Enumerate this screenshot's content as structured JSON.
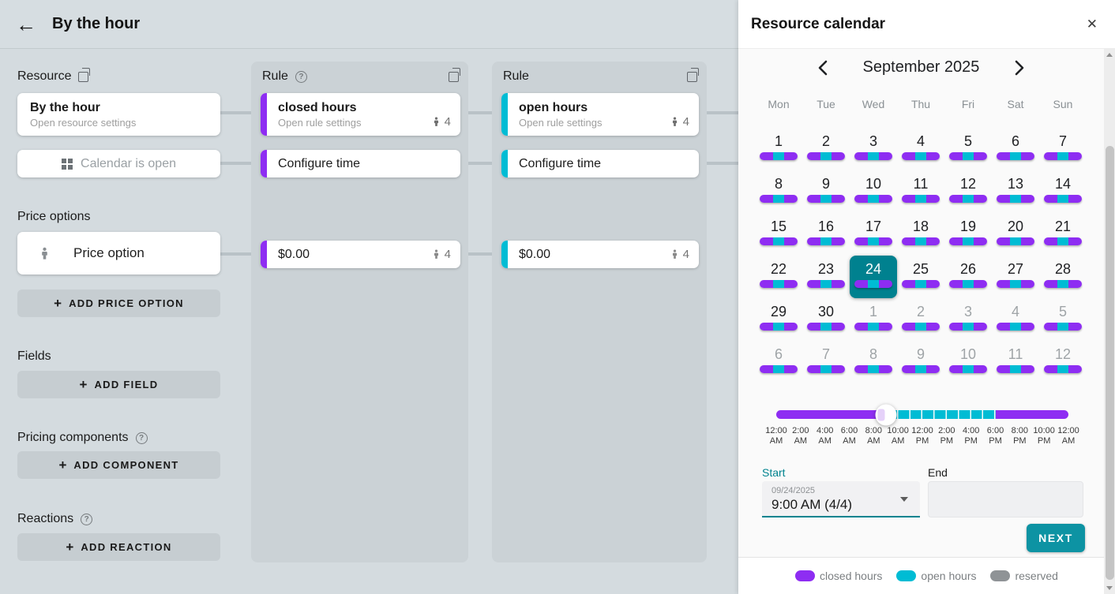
{
  "colors": {
    "closed": "#8e2df2",
    "open": "#00bcd4",
    "reserved": "#8f9396",
    "teal": "#00838f",
    "tealbtn": "#0d93a3"
  },
  "header": {
    "title": "By the hour"
  },
  "board": {
    "resource": {
      "label": "Resource",
      "card_title": "By the hour",
      "card_subtitle": "Open resource settings",
      "calendar_button_label": "Calendar is open"
    },
    "rules": [
      {
        "label": "Rule",
        "accent_color": "#8e2df2",
        "card_title": "closed hours",
        "card_subtitle": "Open rule settings",
        "card_capacity": "4",
        "time_label": "Configure time",
        "price_label": "$0.00",
        "price_capacity": "4"
      },
      {
        "label": "Rule",
        "accent_color": "#00bcd4",
        "card_title": "open hours",
        "card_subtitle": "Open rule settings",
        "card_capacity": "4",
        "time_label": "Configure time",
        "price_label": "$0.00",
        "price_capacity": "4"
      }
    ],
    "price_options": {
      "label": "Price options",
      "card_label": "Price option",
      "add_label": "ADD PRICE OPTION"
    },
    "fields": {
      "label": "Fields",
      "add_label": "ADD FIELD"
    },
    "pricing_components": {
      "label": "Pricing components",
      "add_label": "ADD COMPONENT"
    },
    "reactions": {
      "label": "Reactions",
      "add_label": "ADD REACTION"
    }
  },
  "panel": {
    "title": "Resource calendar",
    "calendar": {
      "month_label": "September 2025",
      "weekdays": [
        "Mon",
        "Tue",
        "Wed",
        "Thu",
        "Fri",
        "Sat",
        "Sun"
      ],
      "day_bar_segments": [
        "closed",
        "open",
        "closed"
      ],
      "weeks": [
        [
          {
            "d": "1"
          },
          {
            "d": "2"
          },
          {
            "d": "3"
          },
          {
            "d": "4"
          },
          {
            "d": "5"
          },
          {
            "d": "6"
          },
          {
            "d": "7"
          }
        ],
        [
          {
            "d": "8"
          },
          {
            "d": "9"
          },
          {
            "d": "10"
          },
          {
            "d": "11"
          },
          {
            "d": "12"
          },
          {
            "d": "13"
          },
          {
            "d": "14"
          }
        ],
        [
          {
            "d": "15"
          },
          {
            "d": "16"
          },
          {
            "d": "17"
          },
          {
            "d": "18"
          },
          {
            "d": "19"
          },
          {
            "d": "20"
          },
          {
            "d": "21"
          }
        ],
        [
          {
            "d": "22"
          },
          {
            "d": "23"
          },
          {
            "d": "24",
            "selected": true
          },
          {
            "d": "25"
          },
          {
            "d": "26"
          },
          {
            "d": "27"
          },
          {
            "d": "28"
          }
        ],
        [
          {
            "d": "29"
          },
          {
            "d": "30"
          },
          {
            "d": "1",
            "muted": true
          },
          {
            "d": "2",
            "muted": true
          },
          {
            "d": "3",
            "muted": true
          },
          {
            "d": "4",
            "muted": true
          },
          {
            "d": "5",
            "muted": true
          }
        ],
        [
          {
            "d": "6",
            "muted": true
          },
          {
            "d": "7",
            "muted": true
          },
          {
            "d": "8",
            "muted": true
          },
          {
            "d": "9",
            "muted": true
          },
          {
            "d": "10",
            "muted": true
          },
          {
            "d": "11",
            "muted": true
          },
          {
            "d": "12",
            "muted": true
          }
        ]
      ]
    },
    "slider": {
      "hour_labels": [
        "12:00 AM",
        "2:00 AM",
        "4:00 AM",
        "6:00 AM",
        "8:00 AM",
        "10:00 AM",
        "12:00 PM",
        "2:00 PM",
        "4:00 PM",
        "6:00 PM",
        "8:00 PM",
        "10:00 PM",
        "12:00 AM"
      ],
      "open_from_hour": 9,
      "open_to_hour": 18,
      "handle_hour": 9
    },
    "form": {
      "start_label": "Start",
      "start_date": "09/24/2025",
      "start_value": "9:00 AM (4/4)",
      "end_label": "End",
      "next_label": "NEXT"
    },
    "legend": [
      {
        "label": "closed hours",
        "color_key": "closed"
      },
      {
        "label": "open hours",
        "color_key": "open"
      },
      {
        "label": "reserved",
        "color_key": "reserved"
      }
    ]
  }
}
